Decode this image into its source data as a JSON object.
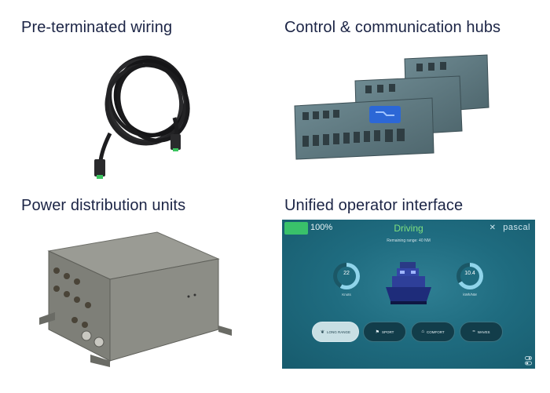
{
  "headings": {
    "wiring": "Pre-terminated wiring",
    "hubs": "Control & communication hubs",
    "power": "Power distribution units",
    "interface": "Unified operator interface"
  },
  "screen": {
    "battery_percent": "100%",
    "battery_level": 1.0,
    "mode_title": "Driving",
    "brand": "pascal",
    "brand_sub": "",
    "remaining_range": "Remaining range: 40 NM",
    "speed": {
      "value": "22",
      "unit": "Knots",
      "level": 0.58
    },
    "efficiency": {
      "value": "10.4",
      "unit": "kWh/NM",
      "level": 0.66
    },
    "modes": [
      {
        "label": "LONG RANGE",
        "icon": "leaf-icon",
        "active": true
      },
      {
        "label": "SPORT",
        "icon": "flag-icon",
        "active": false
      },
      {
        "label": "COMFORT",
        "icon": "seat-icon",
        "active": false
      },
      {
        "label": "WAVES",
        "icon": "waves-icon",
        "active": false
      }
    ]
  },
  "colors": {
    "heading": "#1b2445",
    "screen_bg": "#1f6c80",
    "battery": "#39c16a",
    "mode_title": "#7fe07f",
    "gauge_fill": "#8fd4ea"
  }
}
